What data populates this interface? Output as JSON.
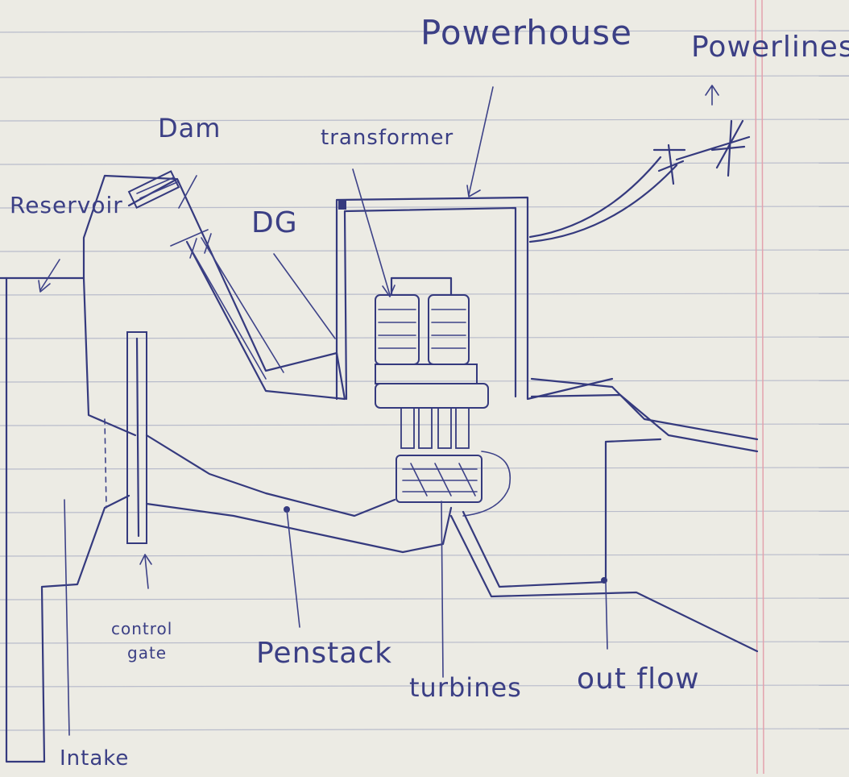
{
  "diagram": {
    "labels": {
      "powerhouse": "Powerhouse",
      "power_lines": "Powerlines",
      "dam": "Dam",
      "transformer": "transformer",
      "dg": "DG",
      "reservoir": "Reservoir",
      "control_gate_line1": "control",
      "control_gate_line2": "gate",
      "penstack": "Penstack",
      "turbines": "turbines",
      "outflow": "out flow",
      "intake": "Intake"
    },
    "colors": {
      "ink": "#353a7e",
      "paper": "#ecebe4",
      "rule_lines": "#b9bccb",
      "margin_line": "#e3a2ad"
    }
  }
}
